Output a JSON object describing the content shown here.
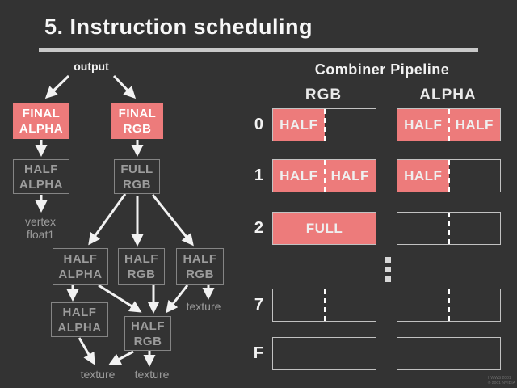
{
  "slide": {
    "title": "5. Instruction scheduling",
    "watermark": "HWWS 2001\n© 2001 NVIDIA"
  },
  "colors": {
    "background": "#333333",
    "accent_pink": "#ed7b7b",
    "muted_gray_text": "#9c9c9c",
    "box_border_gray": "#858585",
    "pipeline_box_border": "#c2c2c2",
    "white_text": "#f2f2f2"
  },
  "graph": {
    "output_label": "output",
    "final_alpha": "FINAL\nALPHA",
    "final_rgb": "FINAL\nRGB",
    "half_alpha_top": "HALF\nALPHA",
    "full_rgb": "FULL\nRGB",
    "vertex_label": "vertex\nfloat1",
    "mid_half_alpha": "HALF\nALPHA",
    "mid_half_rgb_left": "HALF\nRGB",
    "mid_half_rgb_right": "HALF\nRGB",
    "low_half_alpha": "HALF\nALPHA",
    "low_half_rgb": "HALF\nRGB",
    "texture_right": "texture",
    "texture_bottom_left": "texture",
    "texture_bottom_right": "texture"
  },
  "pipeline": {
    "title": "Combiner Pipeline",
    "col_rgb": "RGB",
    "col_alpha": "ALPHA",
    "rows": [
      {
        "label": "0",
        "rgb": {
          "left": "HALF",
          "right": "",
          "left_pink": true,
          "right_pink": false,
          "divider": true
        },
        "alpha": {
          "left": "HALF",
          "right": "HALF",
          "left_pink": true,
          "right_pink": true,
          "divider": true
        }
      },
      {
        "label": "1",
        "rgb": {
          "left": "HALF",
          "right": "HALF",
          "left_pink": true,
          "right_pink": true,
          "divider": true
        },
        "alpha": {
          "left": "HALF",
          "right": "",
          "left_pink": true,
          "right_pink": false,
          "divider": true
        }
      },
      {
        "label": "2",
        "rgb": {
          "full": "FULL",
          "full_pink": true,
          "divider": false
        },
        "alpha": {
          "left": "",
          "right": "",
          "left_pink": false,
          "right_pink": false,
          "divider": true
        }
      },
      {
        "label": "7",
        "rgb": {
          "left": "",
          "right": "",
          "left_pink": false,
          "right_pink": false,
          "divider": true
        },
        "alpha": {
          "left": "",
          "right": "",
          "left_pink": false,
          "right_pink": false,
          "divider": true
        }
      },
      {
        "label": "F",
        "rgb": {
          "left": "",
          "right": "",
          "left_pink": false,
          "right_pink": false,
          "divider": false
        },
        "alpha": {
          "left": "",
          "right": "",
          "left_pink": false,
          "right_pink": false,
          "divider": false
        }
      }
    ]
  }
}
